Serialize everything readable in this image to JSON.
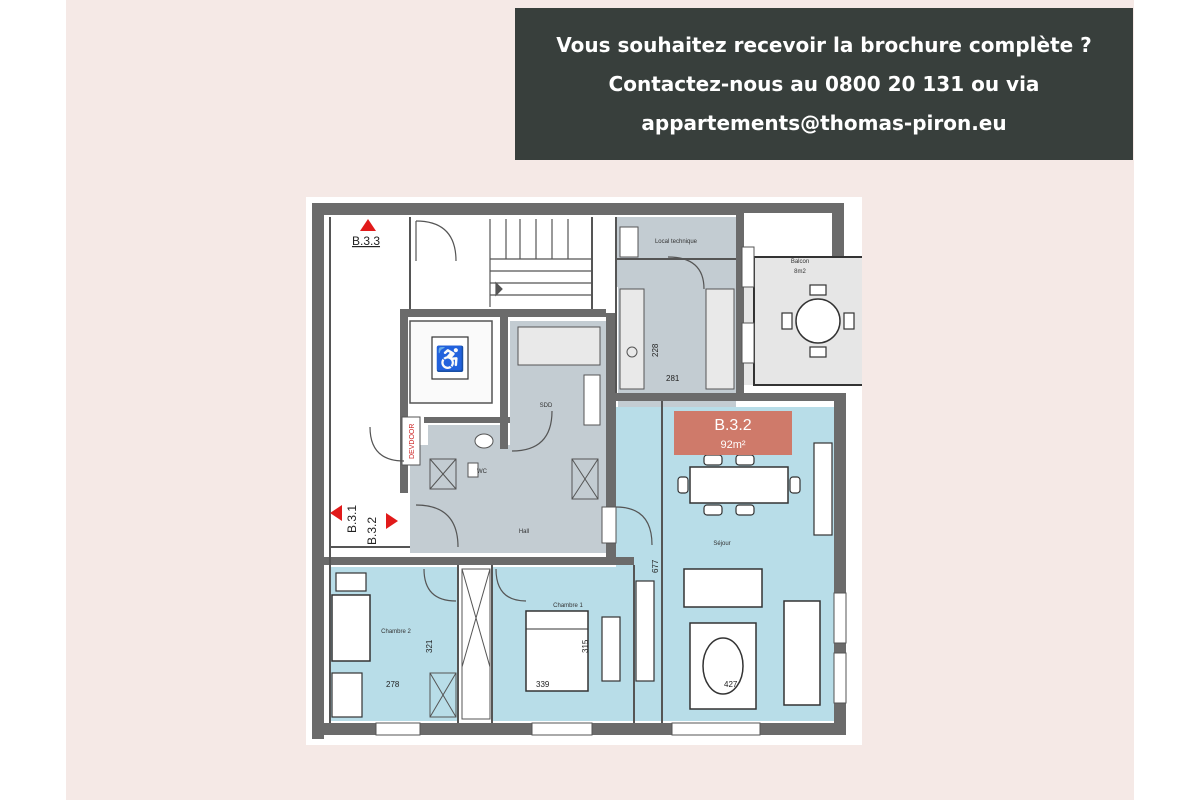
{
  "colors": {
    "page_background": "#f5e9e6",
    "banner_background": "#383f3c",
    "banner_text": "#ffffff",
    "plan_wall": "#6b6b6b",
    "living_room_fill": "#b8dde8",
    "service_room_fill": "#c3ccd2",
    "unit_badge": "#cf7a6a",
    "entry_arrow": "#e11a1a"
  },
  "banner": {
    "line1": "Vous souhaitez recevoir la brochure complète ?",
    "line2": "Contactez-nous au 0800 20 131 ou via",
    "line3": "appartements@thomas-piron.eu"
  },
  "floorplan": {
    "unit": {
      "code": "B.3.2",
      "area": "92m²"
    },
    "neighbor_labels": {
      "top": "B.3.3",
      "middle_left": "B.3.1",
      "middle_right": "B.3.2"
    },
    "rooms": {
      "technical": "Local technique",
      "balcony": "Balcon",
      "balcony_area": "8m2",
      "bathroom": "SDD",
      "wc": "WC",
      "hall": "Hall",
      "living": "Séjour",
      "bedroom1": "Chambre 1",
      "bedroom2": "Chambre 2",
      "shaft": "DEVDOOR"
    },
    "dimensions": {
      "living_width": "427",
      "living_depth": "677",
      "bedroom1_width": "339",
      "bedroom1_depth": "315",
      "bedroom2_width": "278",
      "bedroom2_depth": "321",
      "kitchen_width": "281",
      "kitchen_depth": "228"
    }
  }
}
